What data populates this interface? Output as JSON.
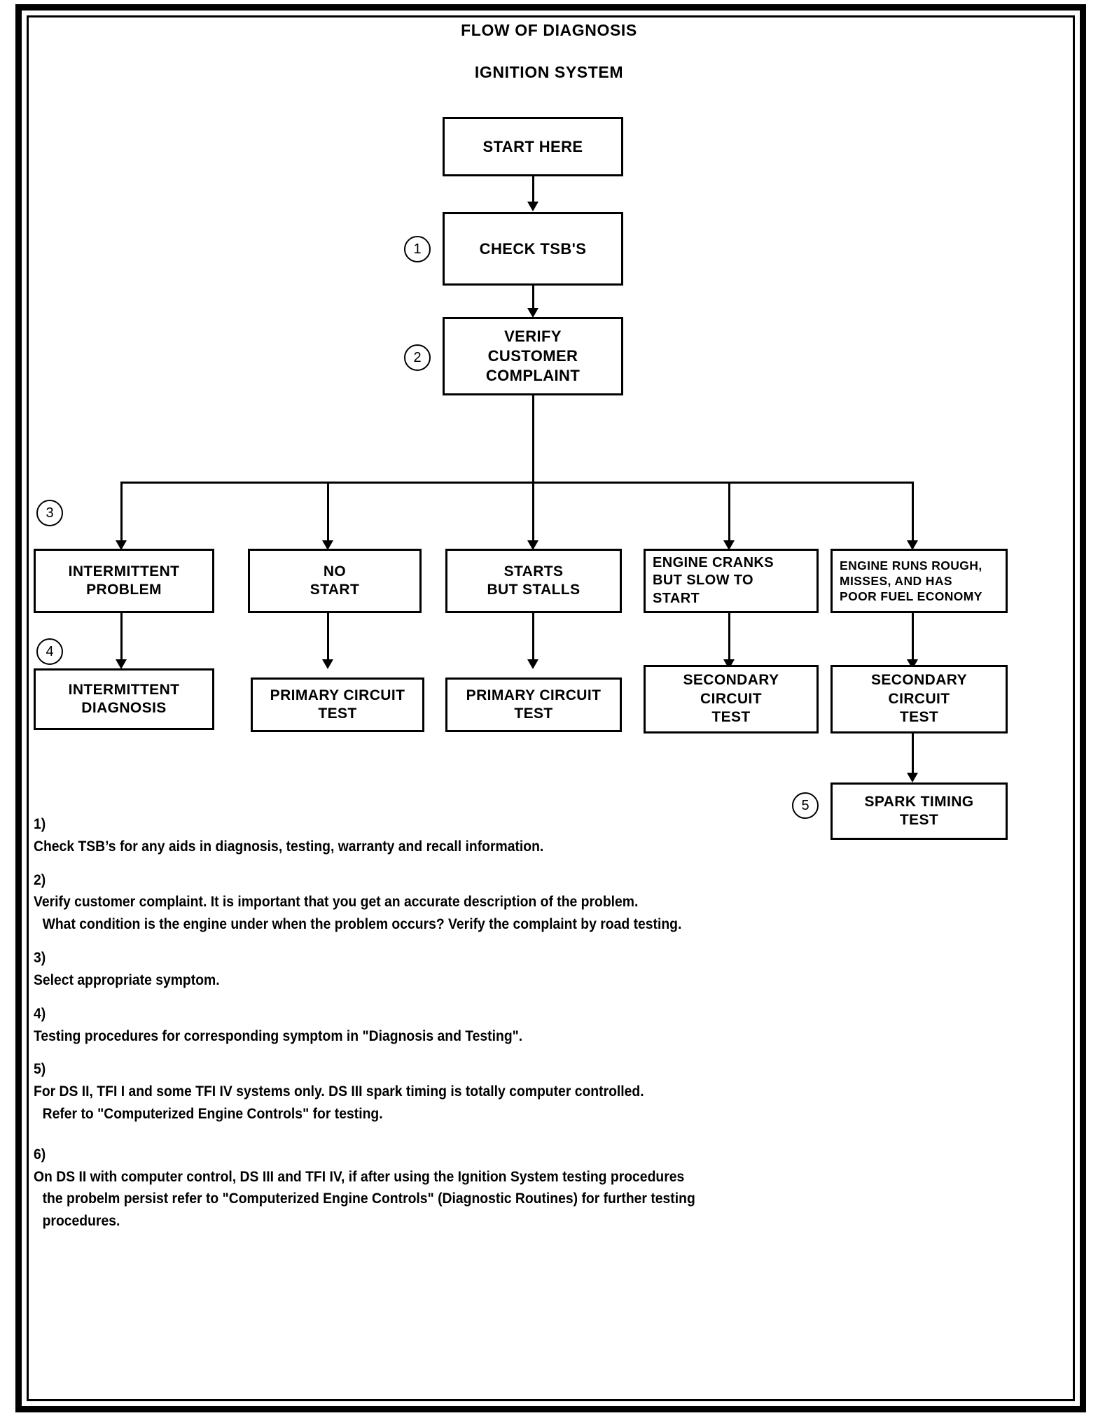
{
  "document": {
    "title_main": "FLOW OF DIAGNOSIS",
    "title_sub": "IGNITION SYSTEM"
  },
  "flow": {
    "start": {
      "lines": [
        "START HERE"
      ]
    },
    "check_tsbs": {
      "lines": [
        "CHECK TSB'S"
      ],
      "marker": "1"
    },
    "verify_complaint": {
      "lines": [
        "VERIFY",
        "CUSTOMER",
        "COMPLAINT"
      ],
      "marker": "2"
    },
    "branch_marker": "3",
    "test_marker": "4",
    "spark_marker": "5",
    "symptoms": [
      {
        "lines": [
          "INTERMITTENT",
          "PROBLEM"
        ]
      },
      {
        "lines": [
          "NO",
          "START"
        ]
      },
      {
        "lines": [
          "STARTS",
          "BUT  STALLS"
        ]
      },
      {
        "lines": [
          "ENGINE CRANKS",
          "BUT SLOW TO",
          "START"
        ]
      },
      {
        "lines": [
          "ENGINE RUNS ROUGH,",
          "MISSES, AND HAS",
          "POOR FUEL ECONOMY"
        ]
      }
    ],
    "tests": [
      {
        "lines": [
          "INTERMITTENT",
          "DIAGNOSIS"
        ]
      },
      {
        "lines": [
          "PRIMARY CIRCUIT",
          "TEST"
        ]
      },
      {
        "lines": [
          "PRIMARY CIRCUIT",
          "TEST"
        ]
      },
      {
        "lines": [
          "SECONDARY",
          "CIRCUIT",
          "TEST"
        ]
      },
      {
        "lines": [
          "SECONDARY",
          "CIRCUIT",
          "TEST"
        ]
      }
    ],
    "spark_timing": {
      "lines": [
        "SPARK TIMING",
        "TEST"
      ]
    }
  },
  "notes": [
    {
      "num": "1)",
      "lines": [
        "Check TSB’s for any aids in diagnosis, testing, warranty and recall information."
      ]
    },
    {
      "num": "2)",
      "lines": [
        "Verify customer complaint. It is important that you get an accurate description of the problem.",
        "What condition is the engine under when the  problem occurs? Verify the complaint by road testing."
      ]
    },
    {
      "num": "3)",
      "lines": [
        "Select appropriate symptom."
      ]
    },
    {
      "num": "4)",
      "lines": [
        "Testing procedures for corresponding symptom in \"Diagnosis and Testing\"."
      ]
    },
    {
      "num": "5)",
      "lines": [
        "For DS II, TFI I and some TFI IV systems only. DS III spark timing is totally computer controlled.",
        "Refer to \"Computerized Engine Controls\" for testing."
      ]
    },
    {
      "num": "6)",
      "lines": [
        "On DS II with computer control, DS III and TFI IV, if  after using the Ignition System testing procedures",
        "the probelm persist refer to \"Computerized Engine Controls\" (Diagnostic Routines) for further testing",
        "procedures."
      ]
    }
  ]
}
